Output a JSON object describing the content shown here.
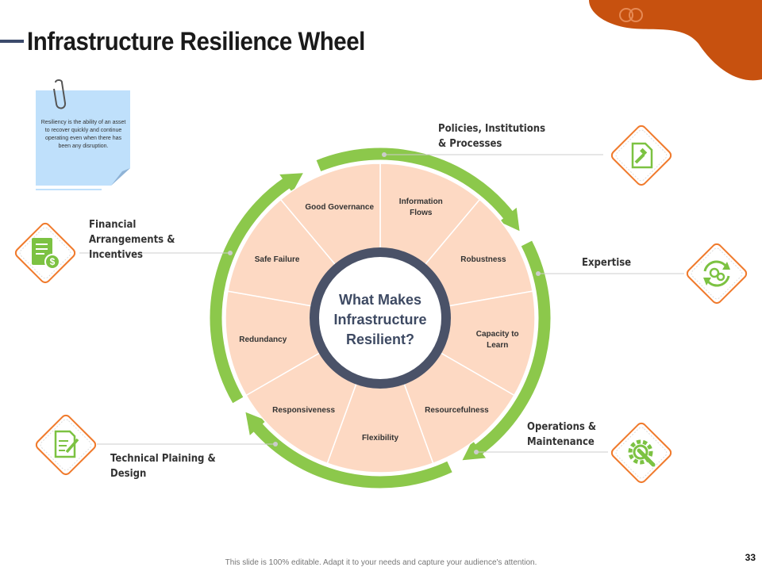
{
  "title": "Infrastructure Resilience Wheel",
  "note": {
    "text": "Resiliency is the ability of an asset to recover quickly and continue operating even when there has been any disruption."
  },
  "center": {
    "lines": [
      "What Makes",
      "Infrastructure",
      "Resilient?"
    ]
  },
  "segments": [
    {
      "lines": [
        "Information",
        "Flows"
      ]
    },
    {
      "lines": [
        "Robustness"
      ]
    },
    {
      "lines": [
        "Capacity to",
        "Learn"
      ]
    },
    {
      "lines": [
        "Resourcefulness"
      ]
    },
    {
      "lines": [
        "Flexibility"
      ]
    },
    {
      "lines": [
        "Responsiveness"
      ]
    },
    {
      "lines": [
        "Redundancy"
      ]
    },
    {
      "lines": [
        "Safe Failure"
      ]
    },
    {
      "lines": [
        "Good Governance"
      ]
    }
  ],
  "callouts": {
    "policies": "Policies, Institutions & Processes",
    "expertise": "Expertise",
    "operations": "Operations & Maintenance",
    "technical": "Technical Plaining & Design",
    "financial": "Financial Arrangements & Incentives"
  },
  "icons": {
    "policies": "document-gavel-icon",
    "expertise": "refresh-gears-icon",
    "operations": "gear-wrench-icon",
    "technical": "document-pen-icon",
    "financial": "document-dollar-icon"
  },
  "colors": {
    "accent_orange": "#c7510f",
    "ring_green": "#8cc84b",
    "segment_fill": "#fdd9c3",
    "hub_ring": "#4a5268",
    "icon_green": "#7cc242",
    "diamond_border": "#f07a2c"
  },
  "footer": "This slide is 100% editable. Adapt it to your needs and capture your audience's attention.",
  "page_number": "33"
}
